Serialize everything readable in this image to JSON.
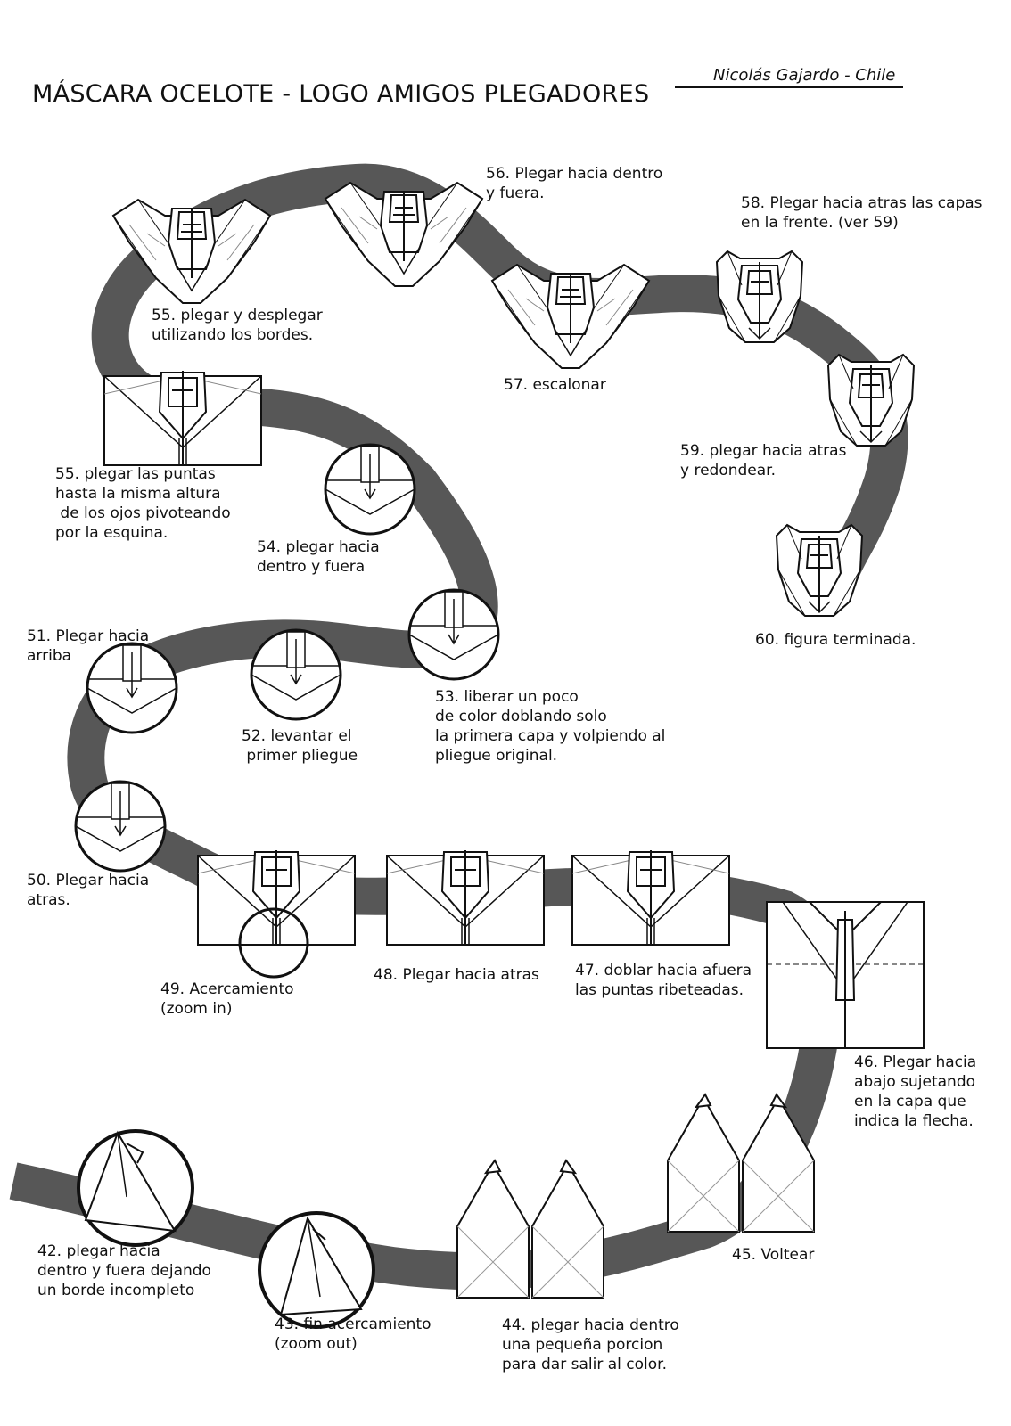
{
  "title": "MÁSCARA OCELOTE - LOGO AMIGOS PLEGADORES",
  "author": "Nicolás Gajardo - Chile",
  "colors": {
    "path": "#575757",
    "ink": "#111111",
    "paper": "#ffffff"
  },
  "steps": {
    "s42": "42. plegar hacia\ndentro y fuera dejando\nun borde incompleto",
    "s43": "43. fin acercamiento\n(zoom out)",
    "s44": "44. plegar hacia dentro\nuna pequeña porcion\npara dar salir al color.",
    "s45": "45. Voltear",
    "s46": "46. Plegar hacia\nabajo sujetando\nen la capa que\nindica la flecha.",
    "s47": "47. doblar hacia afuera\nlas puntas ribeteadas.",
    "s48": "48. Plegar hacia atras",
    "s49": "49. Acercamiento\n(zoom in)",
    "s50": "50. Plegar hacia\natras.",
    "s51": "51. Plegar hacia\narriba",
    "s52": "52. levantar el\n primer pliegue",
    "s53": "53. liberar un poco\nde color doblando solo\nla primera capa y volpiendo al\npliegue original.",
    "s54": "54. plegar hacia\ndentro y fuera",
    "s55a": "55. plegar las puntas\nhasta la misma altura\n de los ojos pivoteando\npor la esquina.",
    "s55b": "55. plegar y desplegar\nutilizando los bordes.",
    "s56": "56. Plegar hacia dentro\ny fuera.",
    "s57": "57. escalonar",
    "s58": "58. Plegar hacia atras las capas\nen la frente. (ver 59)",
    "s59": "59. plegar hacia atras\ny redondear.",
    "s60": "60. figura terminada."
  }
}
